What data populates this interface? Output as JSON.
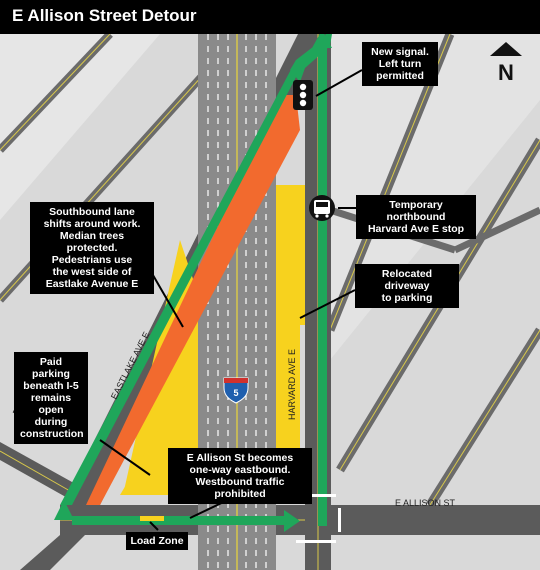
{
  "title": "E Allison Street Detour",
  "compass": "N",
  "streets": {
    "eastlake": "EASTLAKE AVE E",
    "harvard": "HARVARD AVE E",
    "allison_west": "E ALLISON ST",
    "allison_east": "E ALLISON ST"
  },
  "highway_shield": "5",
  "callouts": {
    "signal": [
      "New signal.",
      "Left turn",
      "permitted"
    ],
    "bus_stop": [
      "Temporary northbound",
      "Harvard Ave E stop"
    ],
    "southbound": [
      "Southbound lane",
      "shifts around work.",
      "Median trees protected.",
      "Pedestrians use",
      "the west side of",
      "Eastlake Avenue E"
    ],
    "driveway": [
      "Relocated driveway",
      "to parking"
    ],
    "parking": [
      "Paid parking",
      "beneath I-5",
      "remains open",
      "during",
      "construction"
    ],
    "allison": [
      "E Allison St becomes",
      "one-way eastbound.",
      "Westbound traffic prohibited"
    ],
    "load_zone": "Load Zone"
  },
  "colors": {
    "detour_green": "#1fa65a",
    "closure_orange": "#f26a2e",
    "work_zone_yellow": "#f7d21e",
    "road": "#5b5b5b",
    "freeway": "#8a8a8a",
    "background": "#d9d9d9"
  },
  "icons": [
    "north-arrow-icon",
    "traffic-signal-icon",
    "bus-icon",
    "interstate-shield-icon"
  ]
}
